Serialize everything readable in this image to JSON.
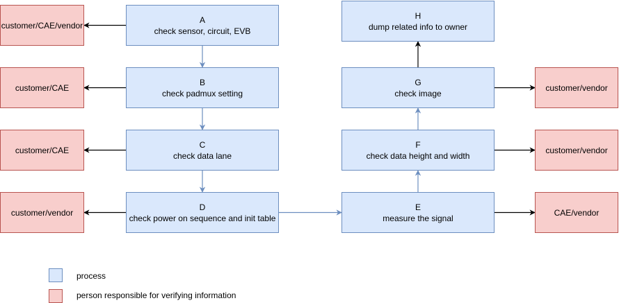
{
  "process_nodes": [
    {
      "id": "A",
      "letter": "A",
      "text": "check sensor, circuit, EVB"
    },
    {
      "id": "B",
      "letter": "B",
      "text": "check padmux setting"
    },
    {
      "id": "C",
      "letter": "C",
      "text": "check data lane"
    },
    {
      "id": "D",
      "letter": "D",
      "text": "check power on sequence and init table"
    },
    {
      "id": "E",
      "letter": "E",
      "text": "measure the signal"
    },
    {
      "id": "F",
      "letter": "F",
      "text": "check data height and width"
    },
    {
      "id": "G",
      "letter": "G",
      "text": "check image"
    },
    {
      "id": "H",
      "letter": "H",
      "text": "dump related info to owner"
    }
  ],
  "owner_nodes": [
    {
      "id": "oA",
      "text": "customer/CAE/vendor"
    },
    {
      "id": "oB",
      "text": "customer/CAE"
    },
    {
      "id": "oC",
      "text": "customer/CAE"
    },
    {
      "id": "oD",
      "text": "customer/vendor"
    },
    {
      "id": "oG",
      "text": "customer/vendor"
    },
    {
      "id": "oF",
      "text": "customer/vendor"
    },
    {
      "id": "oE",
      "text": "CAE/vendor"
    }
  ],
  "edges": [
    {
      "from": "A",
      "to": "B",
      "style": "flow"
    },
    {
      "from": "B",
      "to": "C",
      "style": "flow"
    },
    {
      "from": "C",
      "to": "D",
      "style": "flow"
    },
    {
      "from": "D",
      "to": "E",
      "style": "flow"
    },
    {
      "from": "E",
      "to": "F",
      "style": "flow"
    },
    {
      "from": "F",
      "to": "G",
      "style": "flow"
    },
    {
      "from": "G",
      "to": "H",
      "style": "dark"
    },
    {
      "from": "A",
      "to": "oA",
      "style": "dark"
    },
    {
      "from": "B",
      "to": "oB",
      "style": "dark"
    },
    {
      "from": "C",
      "to": "oC",
      "style": "dark"
    },
    {
      "from": "D",
      "to": "oD",
      "style": "dark"
    },
    {
      "from": "G",
      "to": "oG",
      "style": "dark"
    },
    {
      "from": "F",
      "to": "oF",
      "style": "dark"
    },
    {
      "from": "E",
      "to": "oE",
      "style": "dark"
    }
  ],
  "legend": {
    "process_label": "process",
    "owner_label": "person responsible for verifying information"
  },
  "colors": {
    "process_fill": "#dae8fc",
    "process_stroke": "#6c8ebf",
    "owner_fill": "#f8cecc",
    "owner_stroke": "#b85450",
    "flow_edge": "#6c8ebf",
    "dark_edge": "#000000"
  }
}
